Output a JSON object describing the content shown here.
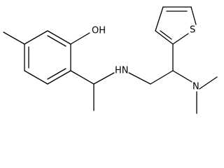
{
  "molecule": {
    "atom_labels": {
      "hydroxyl": "OH",
      "amine_nh": "HN",
      "dimethylamine_n": "N",
      "thiophene_s": "S"
    },
    "colors": {
      "bond": "#000000",
      "label": "#000000",
      "background": "#ffffff"
    }
  }
}
